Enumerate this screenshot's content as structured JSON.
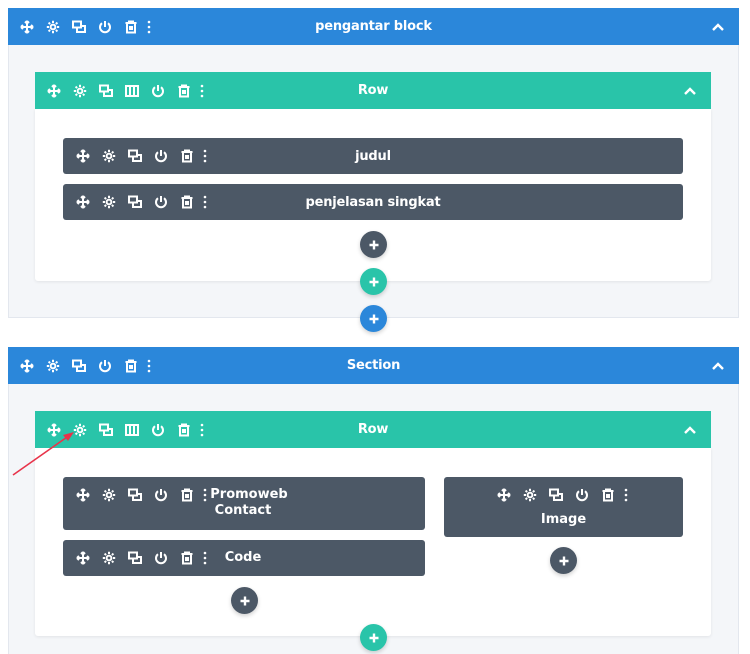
{
  "sections": [
    {
      "title": "pengantar block",
      "row": {
        "title": "Row",
        "modules": [
          {
            "title": "judul"
          },
          {
            "title": "penjelasan singkat"
          }
        ]
      }
    },
    {
      "title": "Section",
      "row": {
        "title": "Row",
        "columns": [
          {
            "modules": [
              {
                "title": "Promoweb Contact",
                "line1": "Promoweb",
                "line2": "Contact"
              },
              {
                "title": "Code"
              }
            ]
          },
          {
            "modules": [
              {
                "title": "Image"
              }
            ]
          }
        ]
      }
    }
  ],
  "icons": {
    "move": "move-icon",
    "settings": "gear-icon",
    "duplicate": "duplicate-icon",
    "columns": "columns-icon",
    "power": "power-icon",
    "delete": "trash-icon",
    "more": "more-dots-icon",
    "collapse": "chevron-up-icon",
    "add": "plus-icon"
  },
  "colors": {
    "section": "#2b87da",
    "row": "#29c4a9",
    "module": "#4c5866",
    "annotation_arrow": "#e8334a"
  }
}
